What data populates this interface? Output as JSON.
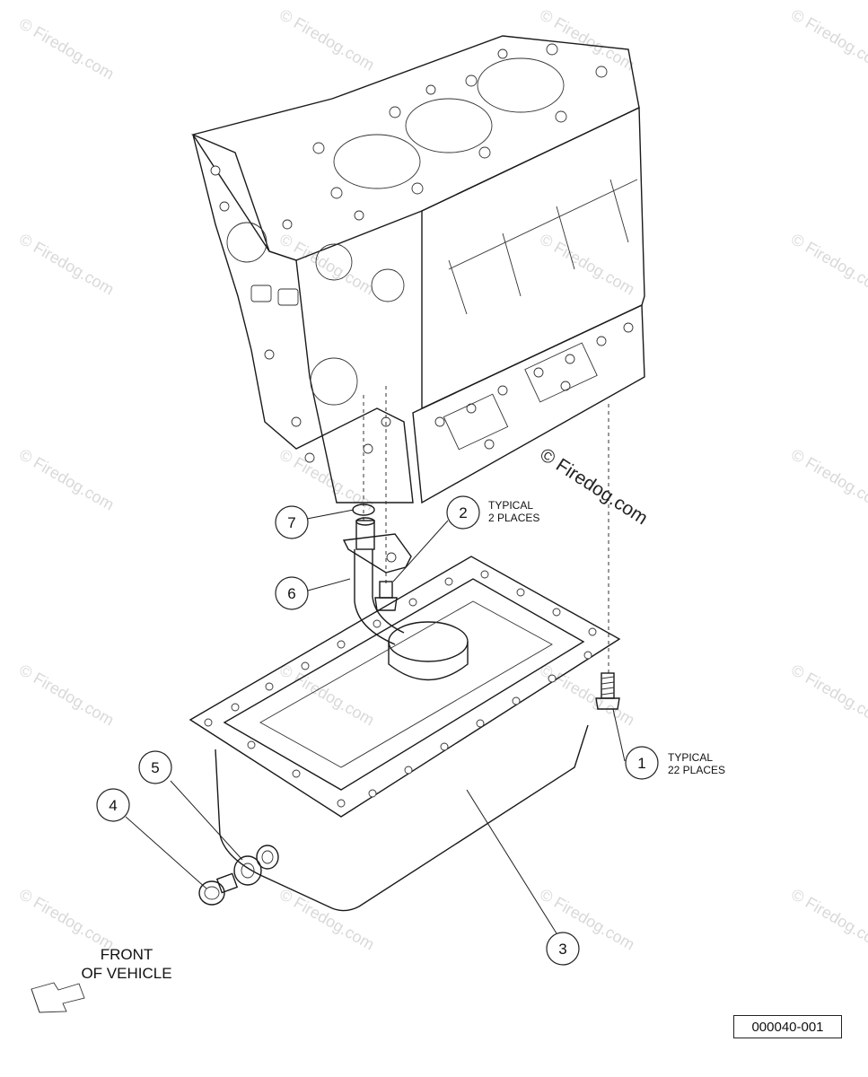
{
  "watermark": {
    "text": "© Firedog.com",
    "prominent_text": "© Firedog.com"
  },
  "callouts": [
    {
      "number": "1",
      "note": [
        "TYPICAL",
        "22 PLACES"
      ]
    },
    {
      "number": "2",
      "note": [
        "TYPICAL",
        "2 PLACES"
      ]
    },
    {
      "number": "3",
      "note": []
    },
    {
      "number": "4",
      "note": []
    },
    {
      "number": "5",
      "note": []
    },
    {
      "number": "6",
      "note": []
    },
    {
      "number": "7",
      "note": []
    }
  ],
  "front_label": [
    "FRONT",
    "OF VEHICLE"
  ],
  "figure_number": "000040-001"
}
